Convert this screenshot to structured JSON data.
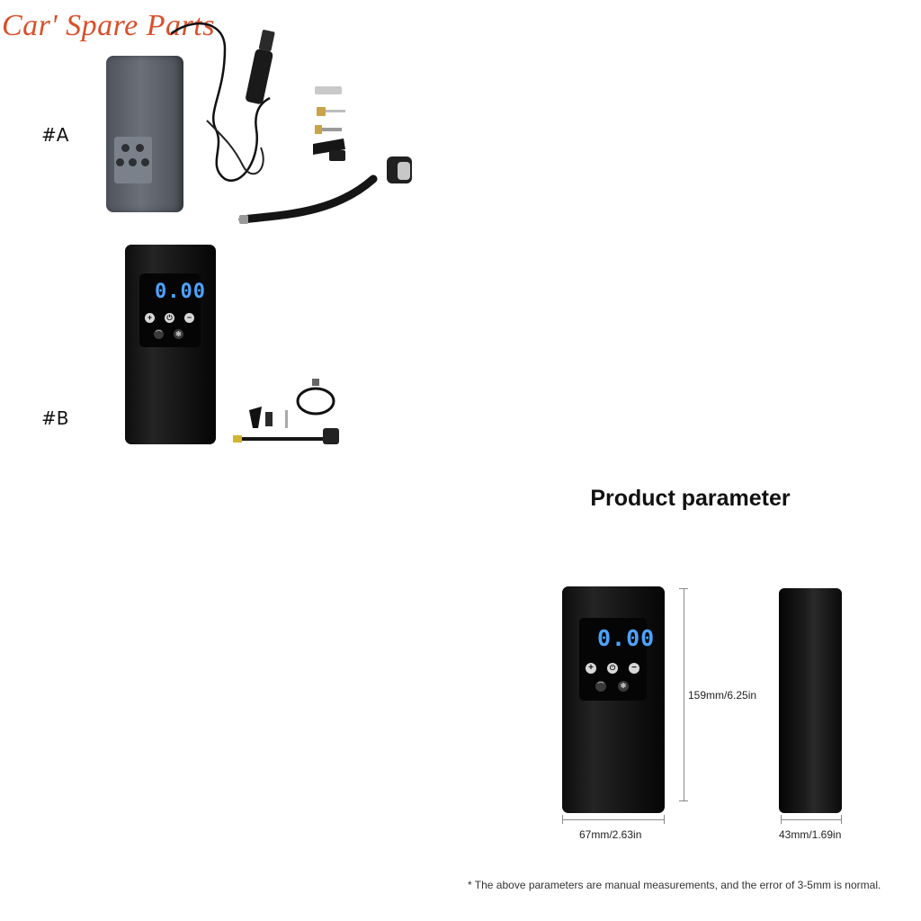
{
  "watermark": "Car' Spare Parts",
  "variants": [
    {
      "label": "#A"
    },
    {
      "label": "#B"
    }
  ],
  "lcd_reading": "0.00",
  "section": {
    "title": "Product parameter",
    "height_label": "159mm/6.25in",
    "width_label": "67mm/2.63in",
    "depth_label": "43mm/1.69in",
    "footnote": "* The above parameters are manual measurements, and the error of 3-5mm is normal."
  }
}
